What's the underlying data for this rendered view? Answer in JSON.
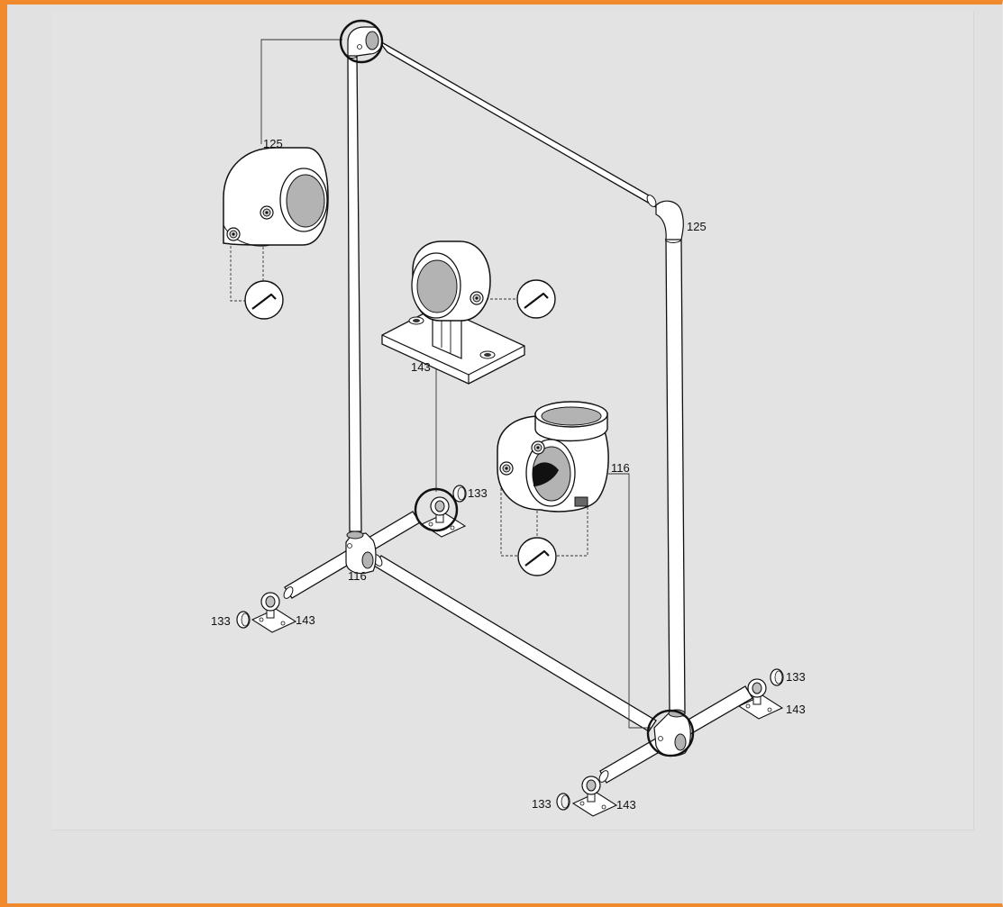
{
  "part_labels": {
    "elbow_top_detail": "125",
    "elbow_top_right": "125",
    "base_flange_detail": "143",
    "cross_detail": "116",
    "cross_front_left": "116",
    "cap_middle": "133",
    "cap_front_left": "133",
    "flange_front_left": "143",
    "cap_right": "133",
    "flange_right": "143",
    "cap_front": "133",
    "flange_front": "143"
  },
  "colors": {
    "frame_border": "#f08a2c",
    "background": "#e1e1e1",
    "part_fill": "#ffffff",
    "bore_fill": "#b3b3b3",
    "line": "#1a1a1a"
  },
  "icons": [
    "hex-key-icon",
    "hex-key-icon",
    "hex-key-icon"
  ]
}
